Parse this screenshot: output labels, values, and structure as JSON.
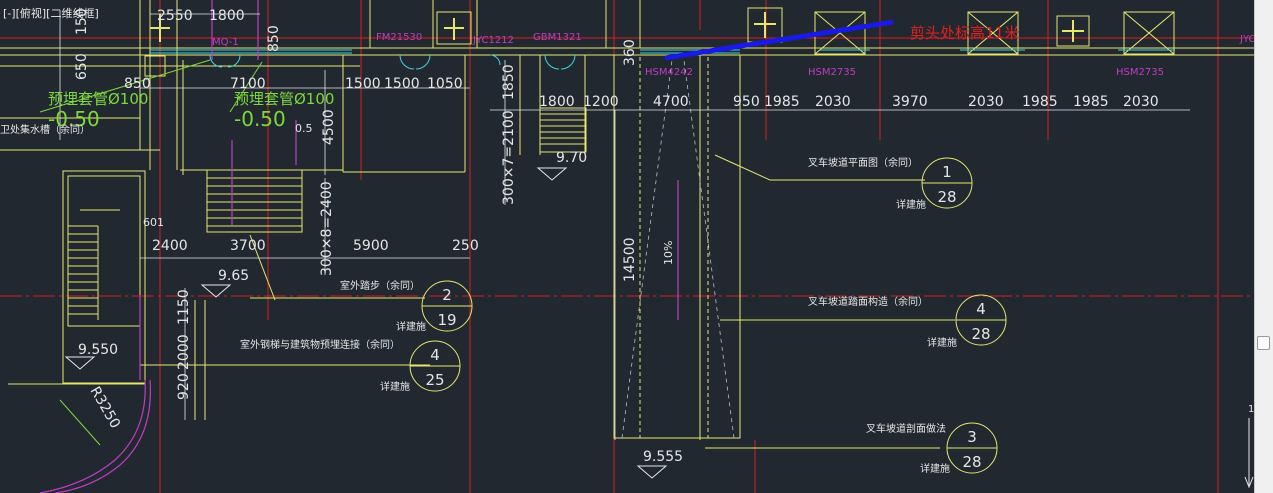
{
  "viewport_controls": [
    "[-]",
    "[俯视]",
    "[二维线框]"
  ],
  "colors": {
    "background": "#212830",
    "grid_red": "#d21f1f",
    "wall_yellow": "#e6e66e",
    "dim_white": "#e6e6e6",
    "cyan": "#3ed6e0",
    "magenta": "#c03cc0",
    "green_text": "#7dd83a",
    "blue_marker": "#1a1ae6"
  },
  "drawing": {
    "dims_top": [
      "2550",
      "1800",
      "850",
      "7100",
      "1500",
      "1500",
      "1050",
      "1800",
      "1200",
      "4700",
      "950",
      "1985",
      "2030",
      "3970",
      "2030",
      "1985",
      "1985",
      "2030"
    ],
    "dims_vertical": [
      "150",
      "650",
      "850",
      "4500",
      "1850",
      "300×7=2100",
      "360",
      "300×8=2400",
      "1150",
      "2000",
      "920",
      "14500"
    ],
    "dims_bottom": [
      "2400",
      "3700",
      "5900",
      "250"
    ],
    "small_nums": [
      "0.5",
      "601",
      "10%",
      "1"
    ],
    "elevations": [
      "9.70",
      "9.65",
      "9.550",
      "9.555"
    ],
    "radius_label": "R3250",
    "door_tags": [
      "MQ-1",
      "FM21530",
      "JYC1212",
      "GBM1321",
      "HSM4242",
      "HSM2735",
      "HSM2735",
      "JYC"
    ],
    "pipe_labels": [
      {
        "text": "预埋套管Ø100",
        "elev": "-0.50"
      },
      {
        "text": "预埋套管Ø100",
        "elev": "-0.50"
      }
    ],
    "annotation": "剪头处标高11米",
    "note_drain": "卫处集水槽（余同）",
    "ref_notes": [
      {
        "text": "叉车坡道平面图（余同）",
        "sub": "详建施",
        "top": "1",
        "bottom": "28"
      },
      {
        "text": "室外踏步（余同）",
        "sub": "详建施",
        "top": "2",
        "bottom": "19"
      },
      {
        "text": "叉车坡道踏面构造（余同）",
        "sub": "详建施",
        "top": "4",
        "bottom": "28"
      },
      {
        "text": "室外钢梯与建筑物预埋连接（余同）",
        "sub": "详建施",
        "top": "4",
        "bottom": "25"
      },
      {
        "text": "叉车坡道剖面做法",
        "sub": "详建施",
        "top": "3",
        "bottom": "28"
      }
    ]
  }
}
